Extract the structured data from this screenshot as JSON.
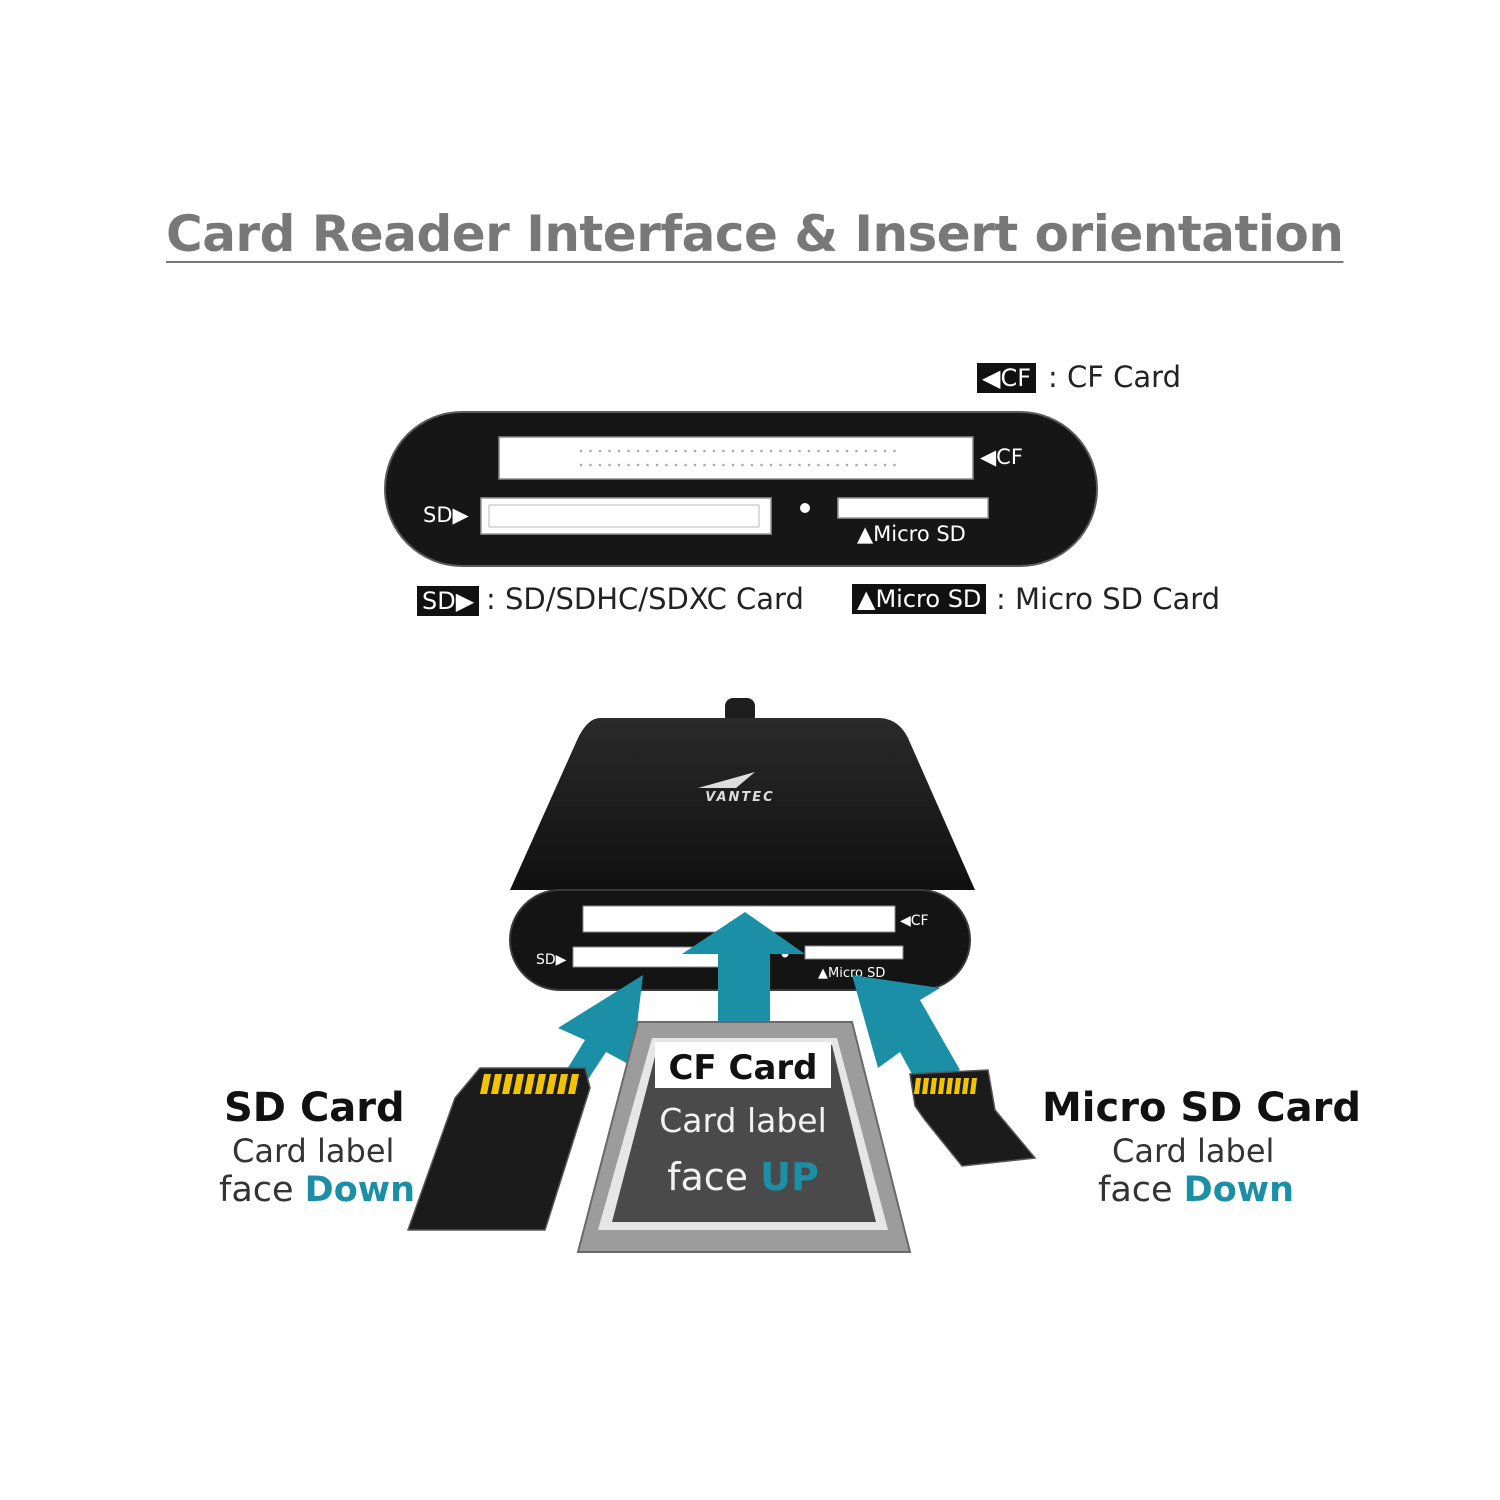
{
  "title": "Card Reader Interface & Insert orientation",
  "legend": {
    "cf_tag": "CF",
    "cf_desc": "CF Card",
    "sd_tag": "SD",
    "sd_desc": "SD/SDHC/SDXC Card",
    "micro_tag": "Micro SD",
    "micro_desc": "Micro SD Card",
    "separator": ":"
  },
  "front_panel": {
    "cf_label": "CF",
    "sd_label": "SD",
    "micro_label": "Micro SD"
  },
  "device": {
    "brand": "VANTEC",
    "cf_label": "CF",
    "sd_label": "SD",
    "micro_label": "Micro SD"
  },
  "cards": {
    "sd": {
      "title": "SD Card",
      "line1": "Card label",
      "line2_prefix": "face ",
      "line2_accent": "Down"
    },
    "cf": {
      "title": "CF Card",
      "line1": "Card label",
      "line2_prefix": "face ",
      "line2_accent": "UP"
    },
    "micro": {
      "title": "Micro SD Card",
      "line1": "Card label",
      "line2_prefix": "face ",
      "line2_accent": "Down"
    }
  },
  "colors": {
    "accent": "#1a8fa6",
    "title_gray": "#787878",
    "device_black": "#161616"
  }
}
